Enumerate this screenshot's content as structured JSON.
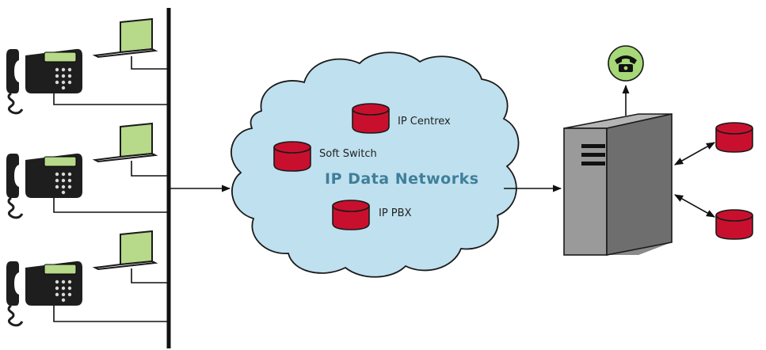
{
  "cloud": {
    "title": "IP Data Networks",
    "nodes": [
      {
        "label": "IP Centrex"
      },
      {
        "label": "Soft Switch"
      },
      {
        "label": "IP PBX"
      }
    ]
  },
  "colors": {
    "cloud_fill": "#bfe0ee",
    "cloud_stroke": "#1a1a1a",
    "cylinder": "#c8102e",
    "server_front": "#9a9a9a",
    "server_side": "#6e6e6e",
    "screen": "#b6d98a",
    "phone_icon_bg": "#a6d878",
    "title_color": "#3f7f9a"
  },
  "icons": {
    "endpoints": [
      "desk-phone-icon",
      "laptop-icon"
    ],
    "server": "server-tower-icon",
    "databases": [
      "database-cylinder-icon",
      "database-cylinder-icon"
    ],
    "telephone": "telephone-circle-icon"
  }
}
